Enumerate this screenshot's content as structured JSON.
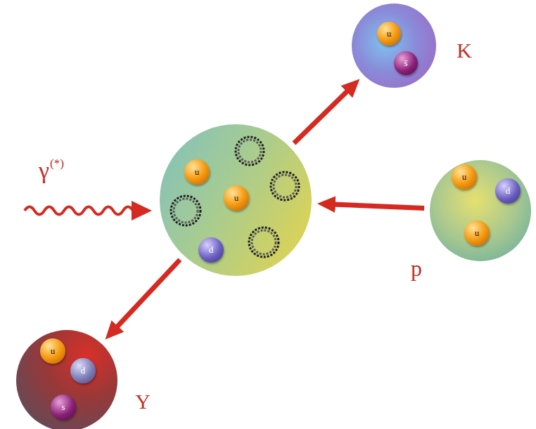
{
  "diagram": {
    "nodes": [
      {
        "text": [
          "K"
        ]
      },
      {
        "text": [
          "u"
        ],
        "in": 0
      },
      {
        "text": [
          "s̄"
        ],
        "in": 0
      },
      {
        "text": []
      },
      {
        "text": [
          "u"
        ],
        "in": 3
      },
      {
        "text": [
          "u"
        ],
        "in": 3
      },
      {
        "text": [
          "d"
        ],
        "in": 3
      },
      {
        "text": [
          "p"
        ]
      },
      {
        "text": [
          "u"
        ],
        "in": 7
      },
      {
        "text": [
          "d"
        ],
        "in": 7
      },
      {
        "text": [
          "u"
        ],
        "in": 7
      },
      {
        "text": [
          "Y"
        ]
      },
      {
        "text": [
          "u"
        ],
        "in": 11
      },
      {
        "text": [
          "d"
        ],
        "in": 11
      },
      {
        "text": [
          "s"
        ],
        "in": 11
      }
    ],
    "edges": [
      {
        "from": 3,
        "to": 0,
        "arrow": "to"
      },
      {
        "from": 7,
        "to": 3,
        "arrow": "to"
      },
      {
        "from": 3,
        "to": 11,
        "arrow": "to"
      }
    ],
    "labels": [
      "γ",
      "(*)"
    ]
  }
}
